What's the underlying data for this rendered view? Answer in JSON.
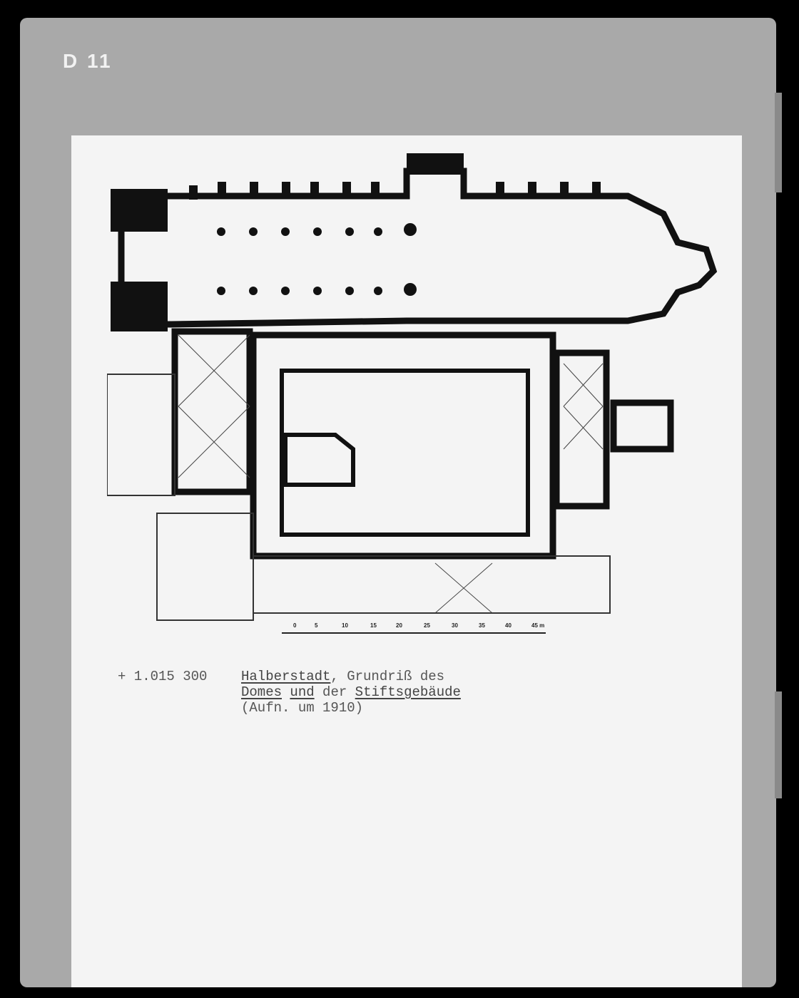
{
  "card_label": "D 11",
  "scale_bar": {
    "labels": [
      "0",
      "5",
      "10",
      "15",
      "20",
      "25",
      "30",
      "35",
      "40",
      "45 m"
    ]
  },
  "caption": {
    "number": "+ 1.015 300",
    "line1_a": "Halberstadt",
    "line1_b": ", Grundriß des",
    "line2_a": "Domes",
    "line2_b": "und",
    "line2_c": "der",
    "line2_d": "Stiftsgebäude",
    "line3": "(Aufn. um 1910)"
  }
}
